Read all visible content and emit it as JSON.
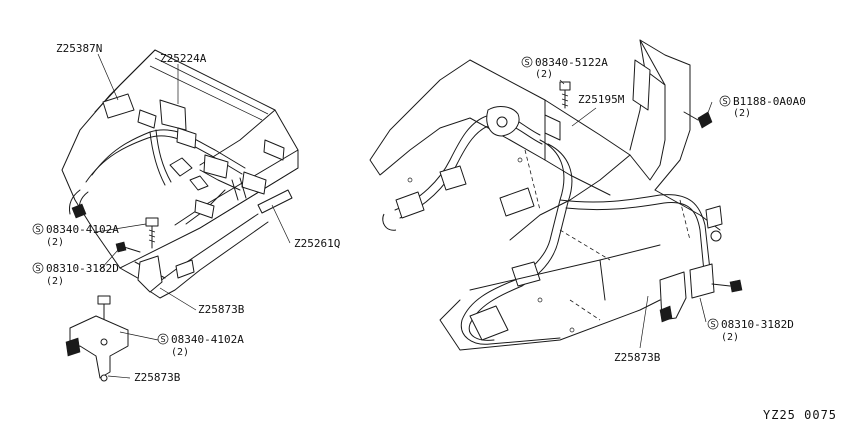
{
  "callouts": {
    "z25387n": "Z25387N",
    "z25224a": "Z25224A",
    "z25261q": "Z25261Q",
    "bolt_left_upper": {
      "part": "08340-4102A",
      "qty": "(2)"
    },
    "screw_left": {
      "part": "08310-3182D",
      "qty": "(2)"
    },
    "z25873b_left_upper": "Z25873B",
    "bolt_left_lower": {
      "part": "08340-4102A",
      "qty": "(2)"
    },
    "z25873b_left_lower": "Z25873B",
    "bolt_right_top": {
      "part": "08340-5122A",
      "qty": "(2)"
    },
    "z25195m": "Z25195M",
    "bolt_right_b11188": {
      "part": "B1188-0A0A0",
      "qty": "(2)"
    },
    "screw_right": {
      "part": "08310-3182D",
      "qty": "(2)"
    },
    "z25873b_right": "Z25873B"
  },
  "standard_part_symbol": "S",
  "diagram_code": "YZ25 0075"
}
